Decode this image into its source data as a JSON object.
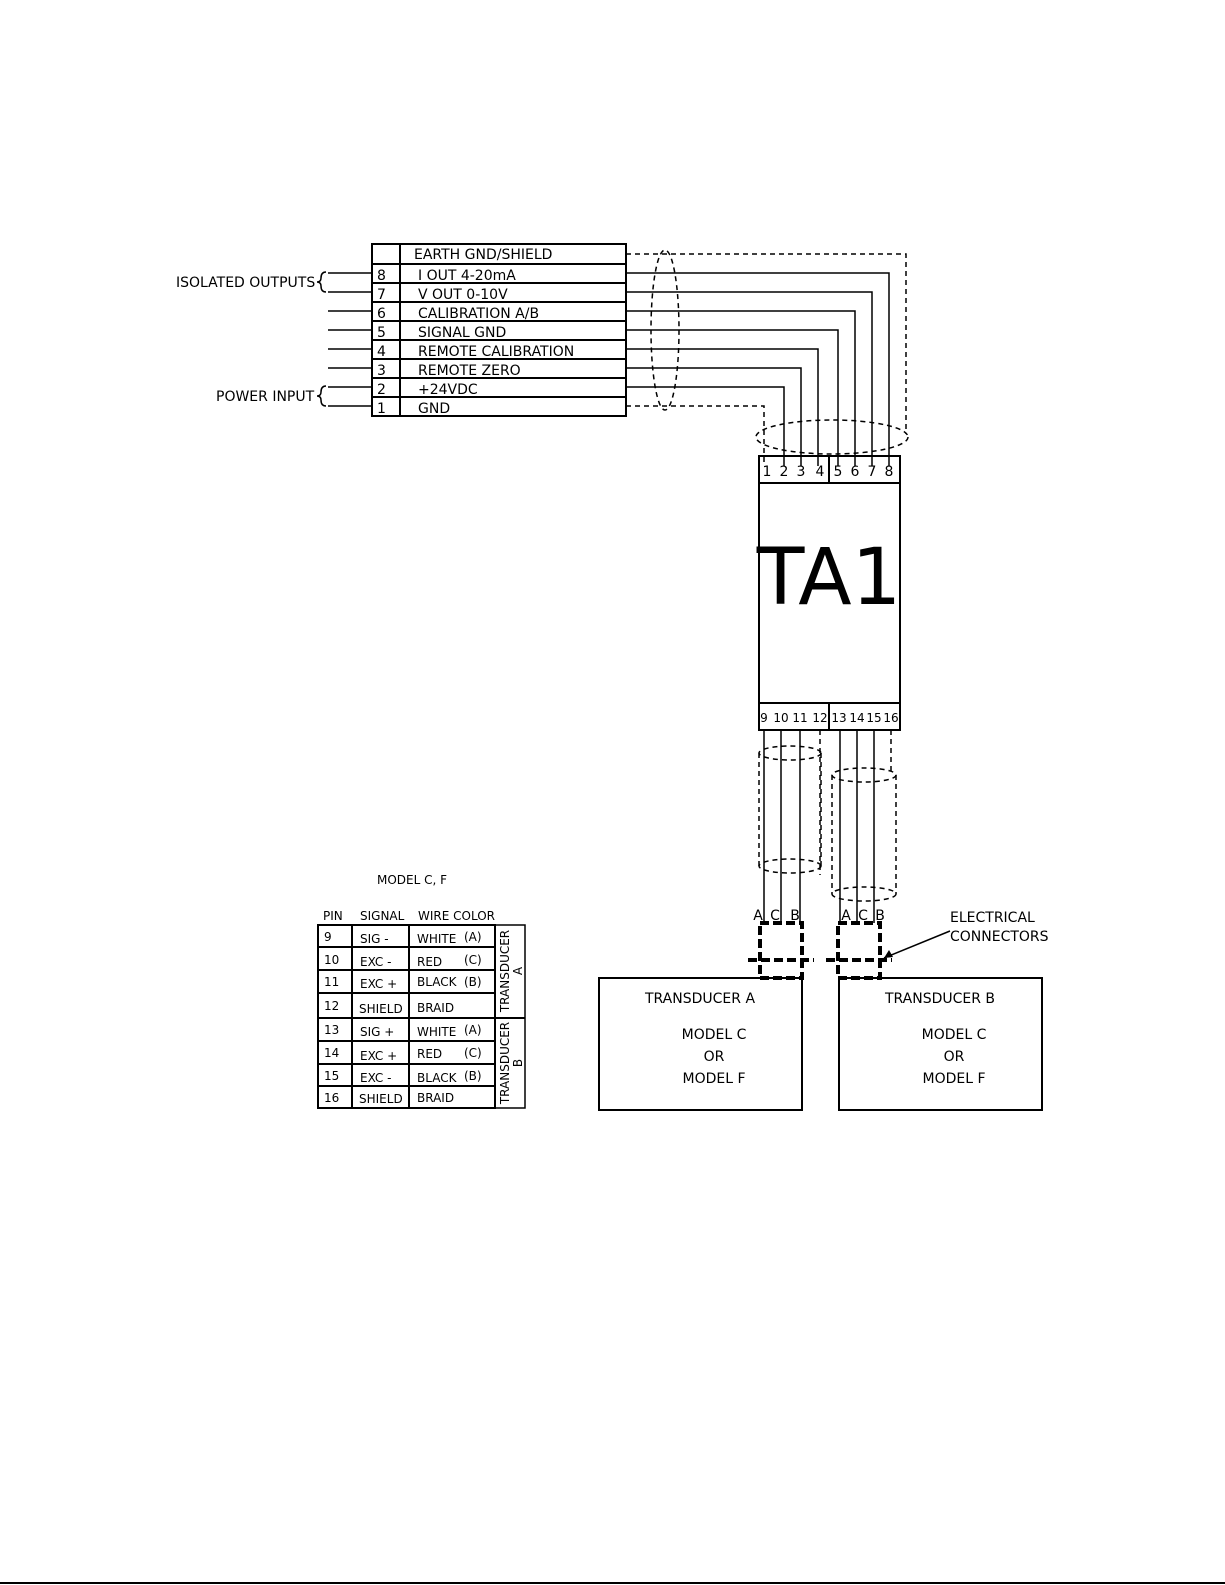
{
  "terminal_block": {
    "top_label": "EARTH GND/SHIELD",
    "rows": [
      {
        "num": "8",
        "label": "I OUT 4-20mA"
      },
      {
        "num": "7",
        "label": "V OUT 0-10V"
      },
      {
        "num": "6",
        "label": "CALIBRATION A/B"
      },
      {
        "num": "5",
        "label": "SIGNAL GND"
      },
      {
        "num": "4",
        "label": "REMOTE CALIBRATION"
      },
      {
        "num": "3",
        "label": "REMOTE ZERO"
      },
      {
        "num": "2",
        "label": "+24VDC"
      },
      {
        "num": "1",
        "label": "GND"
      }
    ]
  },
  "groups": {
    "isolated_outputs": "ISOLATED OUTPUTS",
    "power_input": "POWER INPUT"
  },
  "module": {
    "name": "TA1",
    "top_pins": [
      "1",
      "2",
      "3",
      "4",
      "5",
      "6",
      "7",
      "8"
    ],
    "bottom_pins": [
      "9",
      "10",
      "11",
      "12",
      "13",
      "14",
      "15",
      "16"
    ]
  },
  "connector_letters": {
    "a": [
      "A",
      "C",
      "B"
    ],
    "b": [
      "A",
      "C",
      "B"
    ]
  },
  "callout": {
    "line1": "ELECTRICAL",
    "line2": "CONNECTORS"
  },
  "transducers": [
    {
      "title": "TRANSDUCER A",
      "l1": "MODEL C",
      "l2": "OR",
      "l3": "MODEL F"
    },
    {
      "title": "TRANSDUCER B",
      "l1": "MODEL C",
      "l2": "OR",
      "l3": "MODEL F"
    }
  ],
  "pin_table": {
    "title": "MODEL C, F",
    "headers": [
      "PIN",
      "SIGNAL",
      "WIRE COLOR"
    ],
    "rows": [
      {
        "pin": "9",
        "signal": "SIG -",
        "color": "WHITE",
        "code": "(A)"
      },
      {
        "pin": "10",
        "signal": "EXC -",
        "color": "RED",
        "code": "(C)"
      },
      {
        "pin": "11",
        "signal": "EXC +",
        "color": "BLACK",
        "code": "(B)"
      },
      {
        "pin": "12",
        "signal": "SHIELD",
        "color": "BRAID",
        "code": ""
      },
      {
        "pin": "13",
        "signal": "SIG +",
        "color": "WHITE",
        "code": "(A)"
      },
      {
        "pin": "14",
        "signal": "EXC +",
        "color": "RED",
        "code": "(C)"
      },
      {
        "pin": "15",
        "signal": "EXC -",
        "color": "BLACK",
        "code": "(B)"
      },
      {
        "pin": "16",
        "signal": "SHIELD",
        "color": "BRAID",
        "code": ""
      }
    ],
    "side_a": [
      "TRANSDUCER",
      "A"
    ],
    "side_b": [
      "TRANSDUCER",
      "B"
    ]
  }
}
